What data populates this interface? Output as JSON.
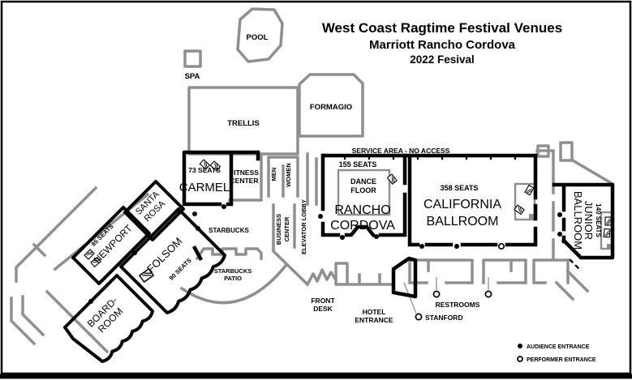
{
  "title": {
    "line1": "West Coast Ragtime Festival Venues",
    "line2": "Marriott Rancho Cordova",
    "line3": "2022 Fesival"
  },
  "areas": {
    "pool": "POOL",
    "spa": "SPA",
    "trellis": "TRELLIS",
    "formagio": "FORMAGIO",
    "service_area": "SERVICE AREA - NO ACCESS",
    "fitness_line1": "FITNESS",
    "fitness_line2": "CENTER",
    "men": "MEN",
    "women": "WOMEN",
    "starbucks": "STARBUCKS",
    "business_line1": "BUSINESS",
    "business_line2": "CENTER",
    "elevator_lobby": "ELEVATOR LOBBY",
    "patio_line1": "STARBUCKS",
    "patio_line2": "PATIO",
    "front_desk_line1": "FRONT",
    "front_desk_line2": "DESK",
    "hotel_line1": "HOTEL",
    "hotel_line2": "ENTRANCE",
    "stanford": "STANFORD",
    "restrooms": "RESTROOMS"
  },
  "venues": {
    "carmel": {
      "name": "CARMEL",
      "seats": "73 SEATS"
    },
    "rancho": {
      "name_line1": "RANCHO",
      "name_line2": "CORDOVA",
      "seats": "155 SEATS",
      "dance_line1": "DANCE",
      "dance_line2": "FLOOR"
    },
    "california": {
      "name_line1": "CALIFORNIA",
      "name_line2": "BALLROOM",
      "seats": "358 SEATS"
    },
    "junior": {
      "name_line1": "JUNIOR",
      "name_line2": "BALLROOM",
      "seats": "140 SEATS"
    },
    "santa_rosa": {
      "name_line1": "SANTA",
      "name_line2": "ROSA"
    },
    "newport": {
      "name": "NEWPORT",
      "seats": "85 SEATS"
    },
    "folsom": {
      "name": "FOLSOM",
      "seats": "90 SEATS"
    },
    "boardroom": {
      "name_line1": "BOARD-",
      "name_line2": "ROOM"
    }
  },
  "legend": {
    "audience": "AUDIENCE ENTRANCE",
    "performer": "PERFORMER ENTRANCE"
  },
  "colors": {
    "venue_wall": "#000000",
    "public_wall": "#8f8f8f",
    "background": "#ffffff",
    "text": "#000000"
  }
}
